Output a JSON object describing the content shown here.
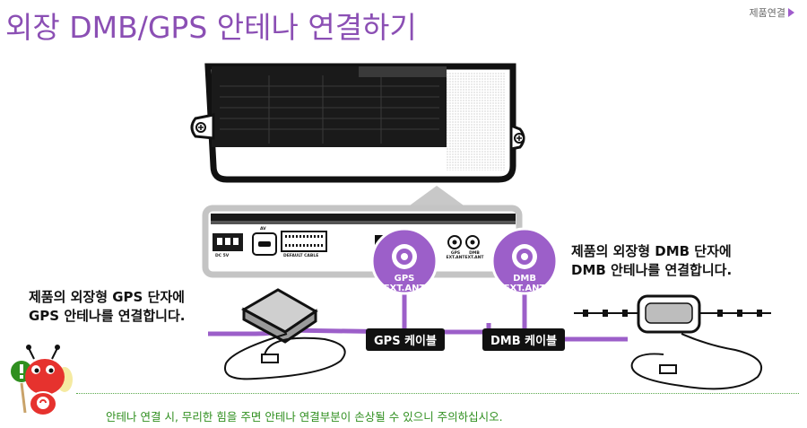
{
  "page": {
    "title": "외장 DMB/GPS 안테나 연결하기",
    "nav_link": "제품연결"
  },
  "device": {
    "ports": {
      "dc": "DC 5V",
      "av": "AV",
      "default_cable": "DEFAULT CABLE",
      "gps_small": "GPS EXT.ANT",
      "dmb_small": "DMB EXT.ANT"
    }
  },
  "callouts": {
    "gps_line1": "GPS",
    "gps_line2": "EXT.ANT",
    "dmb_line1": "DMB",
    "dmb_line2": "EXT.ANT"
  },
  "cables": {
    "gps": "GPS 케이블",
    "dmb": "DMB 케이블"
  },
  "captions": {
    "gps_line1": "제품의 외장형 GPS 단자에",
    "gps_line2": "GPS 안테나를 연결합니다.",
    "dmb_line1": "제품의 외장형 DMB 단자에",
    "dmb_line2": "DMB 안테나를 연결합니다."
  },
  "notice": "안테나 연결 시, 무리한 힘을 주면 안테나 연결부분이 손상될 수 있으니 주의하십시오.",
  "colors": {
    "title": "#8b4fb4",
    "cable": "#9c5fc9",
    "callout": "#9c5fc9",
    "notice": "#2f8f1f"
  }
}
